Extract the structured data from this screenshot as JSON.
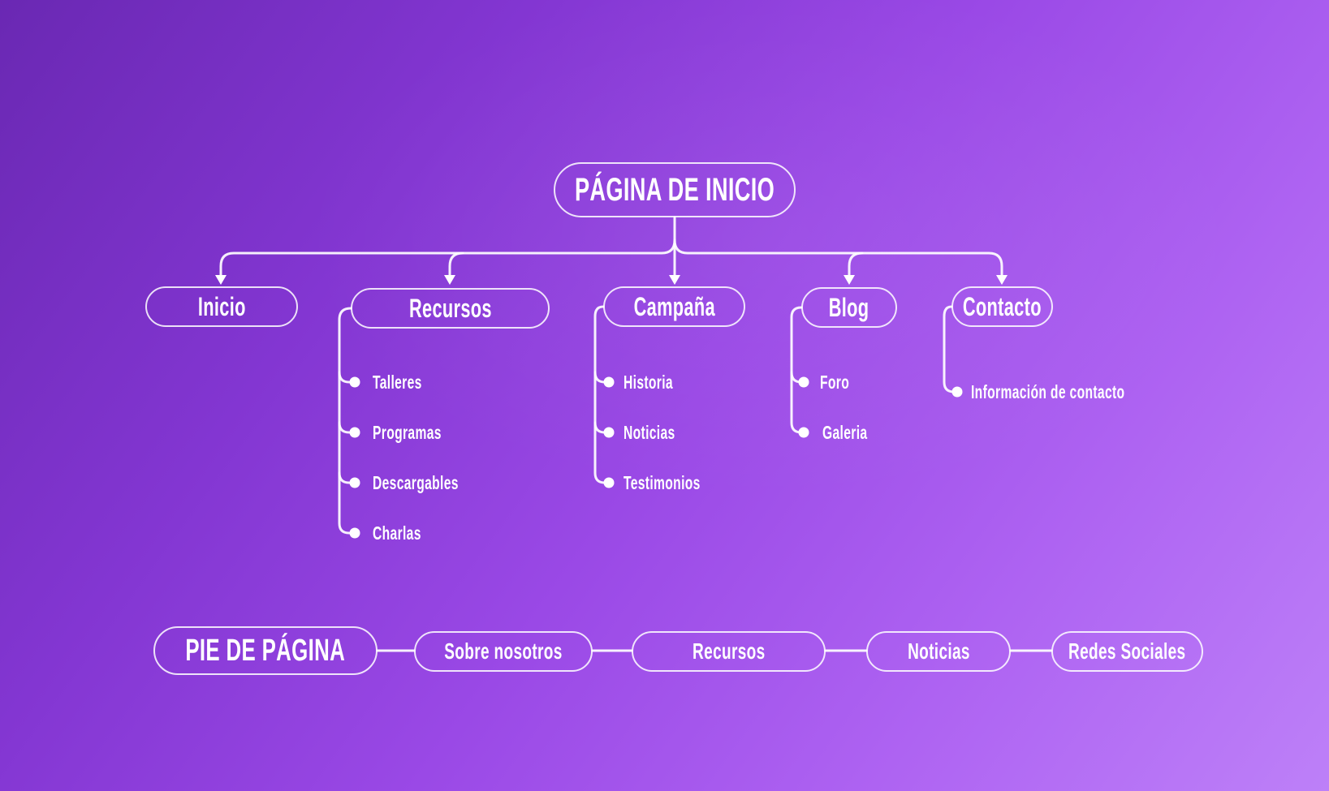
{
  "sitemap": {
    "root": "PÁGINA DE INICIO",
    "level1": [
      {
        "label": "Inicio",
        "children": []
      },
      {
        "label": "Recursos",
        "children": [
          "Talleres",
          "Programas",
          "Descargables",
          "Charlas"
        ]
      },
      {
        "label": "Campaña",
        "children": [
          "Historia",
          "Noticias",
          "Testimonios"
        ]
      },
      {
        "label": "Blog",
        "children": [
          "Foro",
          "Galeria"
        ]
      },
      {
        "label": "Contacto",
        "children": [
          "Información de contacto"
        ]
      }
    ],
    "footer": {
      "root": "PIE DE PÁGINA",
      "items": [
        "Sobre nosotros",
        "Recursos",
        "Noticias",
        "Redes Sociales"
      ]
    },
    "colors": {
      "background_gradient_start": "#6a28b3",
      "background_gradient_end": "#bd80f8",
      "line": "#ffffff",
      "text": "#ffffff"
    }
  }
}
